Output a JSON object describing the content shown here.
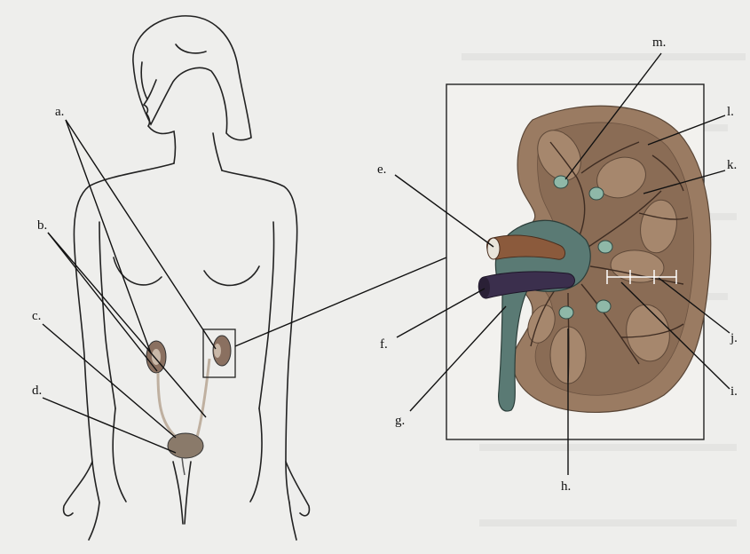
{
  "labels": {
    "a": "a.",
    "b": "b.",
    "c": "c.",
    "d": "d.",
    "e": "e.",
    "f": "f.",
    "g": "g.",
    "h": "h.",
    "i": "i.",
    "j": "j.",
    "k": "k.",
    "l": "l.",
    "m": "m."
  },
  "colors": {
    "kidney_cortex": "#9a7b62",
    "kidney_medulla": "#8a6c55",
    "vessel_blue": "#4f6f6a",
    "vein_purple": "#3b2f4d",
    "artery_brown": "#8b5a3c",
    "bladder": "#8a7a6a",
    "outline": "#222222"
  }
}
